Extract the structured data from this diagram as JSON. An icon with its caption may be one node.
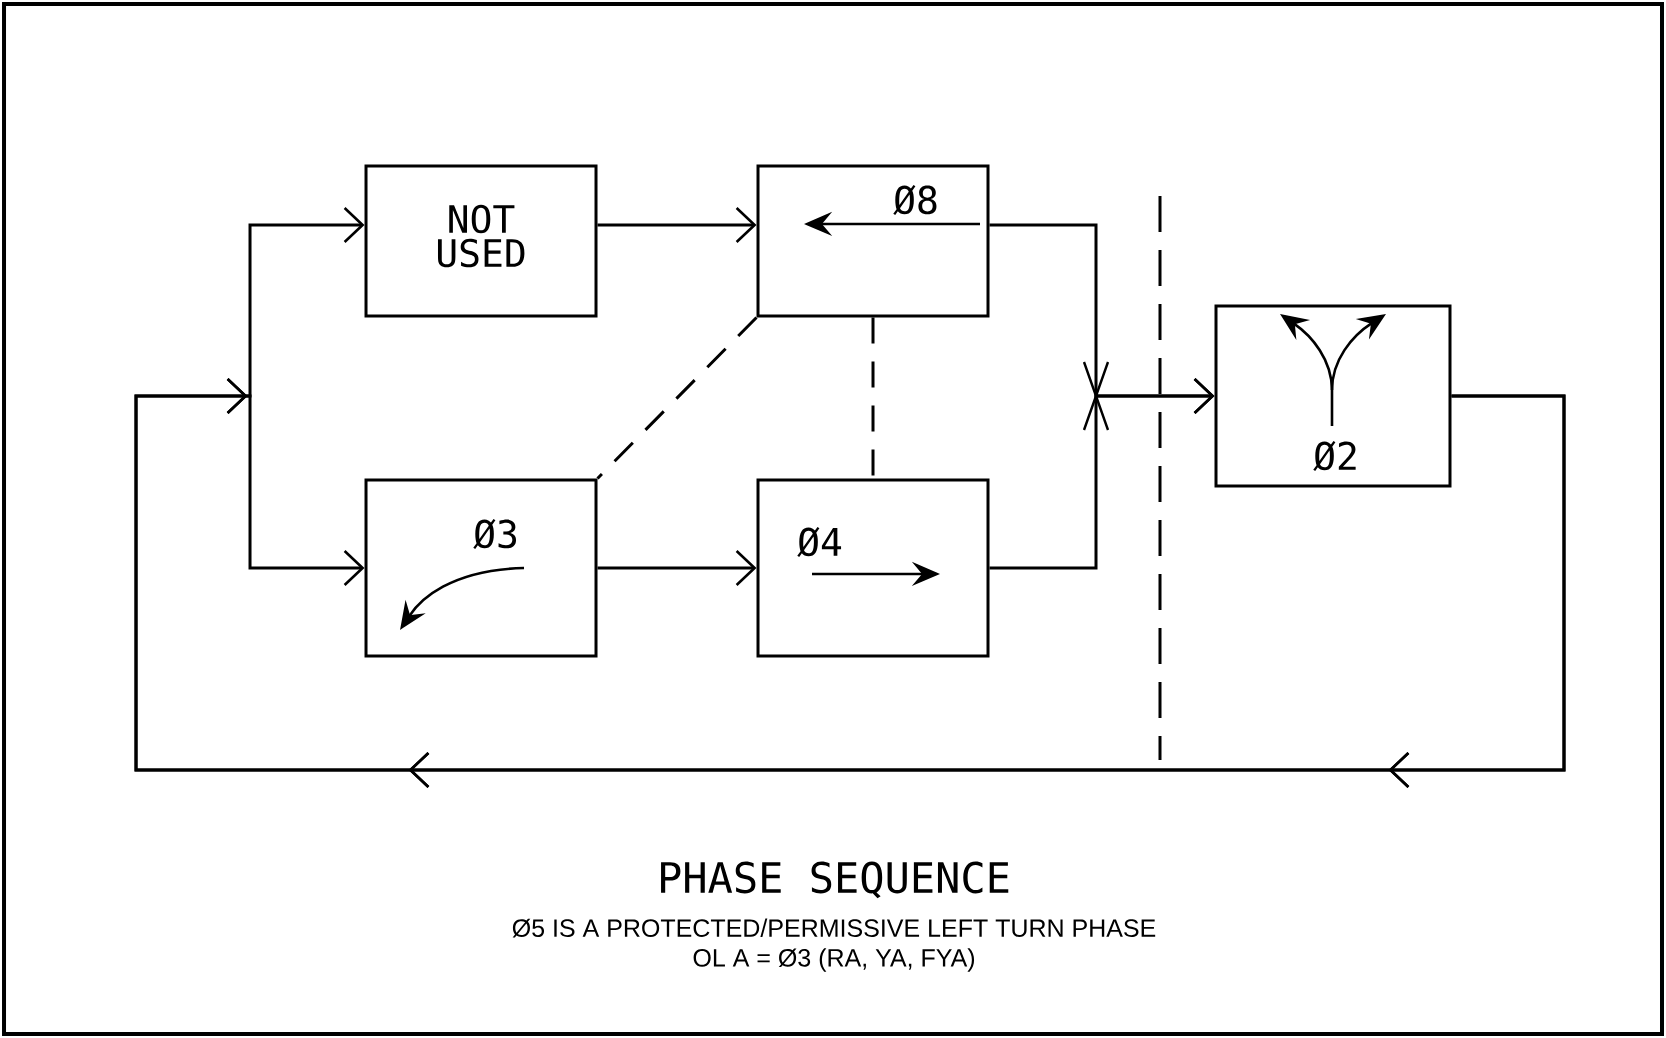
{
  "diagram": {
    "title": "PHASE SEQUENCE",
    "nodes": [
      {
        "text": [
          "NOT USED"
        ]
      },
      {
        "text": [
          "Ø8"
        ]
      },
      {
        "text": [
          "Ø3"
        ]
      },
      {
        "text": [
          "Ø4"
        ]
      },
      {
        "text": [
          "Ø2"
        ]
      }
    ],
    "edges": [
      {
        "from": 4,
        "to": 0,
        "arrow": "to"
      },
      {
        "from": 4,
        "to": 2,
        "arrow": "to"
      },
      {
        "from": 0,
        "to": 1,
        "arrow": "to"
      },
      {
        "from": 2,
        "to": 3,
        "arrow": "to"
      },
      {
        "from": 1,
        "to": 4,
        "arrow": "to"
      },
      {
        "from": 3,
        "to": 4,
        "arrow": "to"
      },
      {
        "from": 1,
        "to": 2,
        "arrow": "none",
        "style": "dashed"
      },
      {
        "from": 1,
        "to": 3,
        "arrow": "none",
        "style": "dashed"
      }
    ],
    "labels": [
      "Ø5 IS A PROTECTED/PERMISSIVE LEFT TURN PHASE",
      "OL A = Ø3 (RA, YA, FYA)"
    ]
  }
}
